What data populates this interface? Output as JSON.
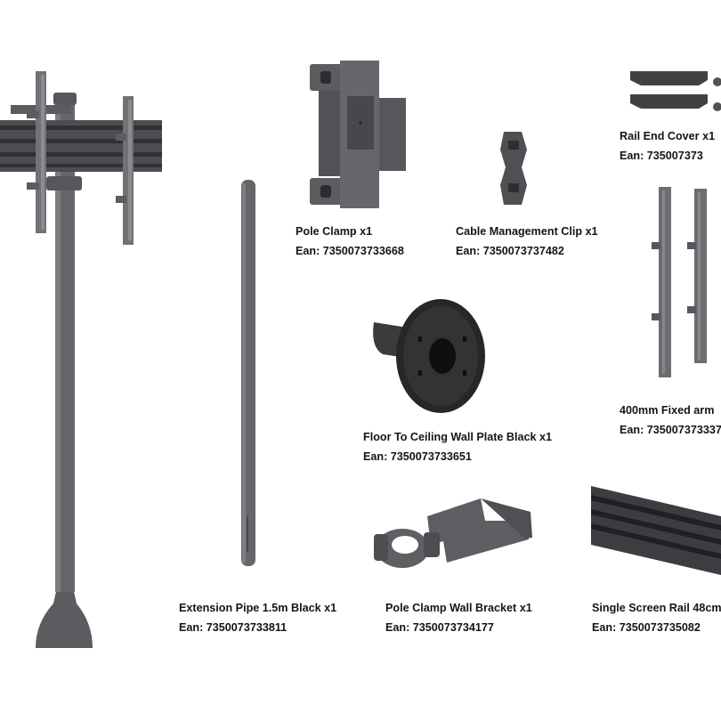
{
  "colors": {
    "background": "#ffffff",
    "metal": "#5f6163",
    "metal_dark": "#45474a",
    "metal_light": "#7b7d80",
    "plate_black": "#262729",
    "text": "#151515"
  },
  "products": [
    {
      "id": "pole-clamp",
      "icon": "pole-clamp-icon",
      "name": "Pole Clamp x1",
      "ean": "Ean: 7350073733668"
    },
    {
      "id": "cable-clip",
      "icon": "cable-clip-icon",
      "name": "Cable Management Clip x1",
      "ean": "Ean: 7350073737482"
    },
    {
      "id": "rail-end-cover",
      "icon": "rail-end-cover-icon",
      "name": "Rail End Cover x1",
      "ean": "Ean: 735007373"
    },
    {
      "id": "wall-plate",
      "icon": "wall-plate-icon",
      "name": "Floor To Ceiling Wall Plate Black x1",
      "ean": "Ean: 7350073733651"
    },
    {
      "id": "fixed-arm",
      "icon": "fixed-arm-icon",
      "name": "400mm Fixed arm",
      "ean": "Ean: 735007373337"
    },
    {
      "id": "extension-pipe",
      "icon": "extension-pipe-icon",
      "name": "Extension Pipe 1.5m Black x1",
      "ean": "Ean:  7350073733811"
    },
    {
      "id": "wall-bracket",
      "icon": "wall-bracket-icon",
      "name": "Pole Clamp Wall Bracket x1",
      "ean": "Ean:  7350073734177"
    },
    {
      "id": "screen-rail",
      "icon": "screen-rail-icon",
      "name": "Single Screen Rail 48cm",
      "ean": "Ean:  7350073735082"
    }
  ]
}
